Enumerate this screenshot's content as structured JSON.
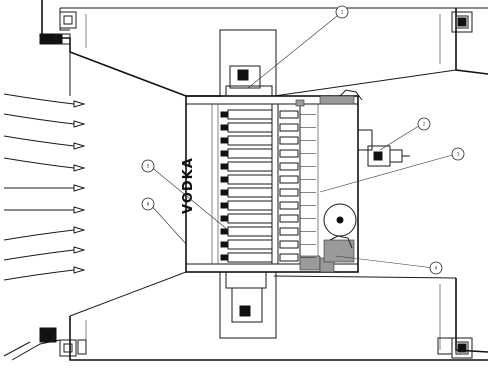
{
  "drawing": {
    "brand": "VODKA",
    "callouts": [
      {
        "id": "callout-1",
        "label": "1"
      },
      {
        "id": "callout-2",
        "label": "2"
      },
      {
        "id": "callout-3",
        "label": "3"
      },
      {
        "id": "callout-4",
        "label": "4"
      },
      {
        "id": "callout-5",
        "label": "5"
      },
      {
        "id": "callout-6",
        "label": "6"
      }
    ]
  }
}
